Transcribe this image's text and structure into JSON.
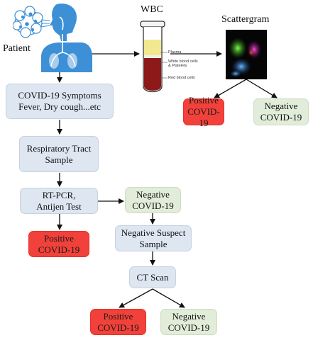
{
  "header": {
    "patient": "Patient",
    "wbc": "WBC",
    "scattergram": "Scattergram"
  },
  "tube": {
    "plasma": "Plasma",
    "wbc_platelets_1": "White blood cells",
    "wbc_platelets_2": "& Platelets",
    "rbc": "Red blood cells"
  },
  "nodes": {
    "symptoms": [
      "COVID-19 Symptoms",
      "Fever, Dry cough...etc"
    ],
    "sample": [
      "Respiratory Tract",
      "Sample"
    ],
    "rtpcr": [
      "RT-PCR,",
      "Antijen Test"
    ],
    "neg1": [
      "Negative",
      "COVID-19"
    ],
    "pos1": [
      "Positive",
      "COVID-19"
    ],
    "suspect": [
      "Negative Suspect",
      "Sample"
    ],
    "ct": [
      "CT Scan"
    ],
    "pos2": [
      "Positive",
      "COVID-19"
    ],
    "neg2": [
      "Negative",
      "COVID-19"
    ],
    "pos_top": [
      "Positive",
      "COVID-19"
    ],
    "neg_top": [
      "Negative",
      "COVID-19"
    ]
  },
  "colors": {
    "blue_box": "#dde6f1",
    "green_box": "#e1edd9",
    "red_box": "#f1413a",
    "patient_blue": "#3d8fd6"
  }
}
